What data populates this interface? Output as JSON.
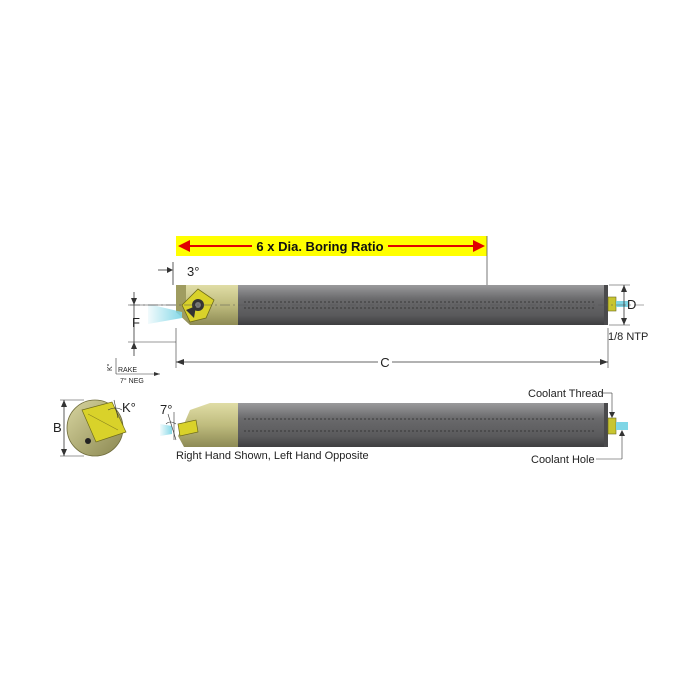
{
  "banner": {
    "label": "6 x Dia. Boring Ratio",
    "color": "#ffff00",
    "arrow_color": "#e00000"
  },
  "dimensions": {
    "top_angle": "3°",
    "offset_f": "F",
    "diameter_d": "D",
    "length_c": "C",
    "thread_ntp": "1/8 NTP",
    "height_b": "B",
    "lead_angle_k": "K°",
    "side_angle": "7°",
    "k_small": "K°",
    "rake": "RAKE",
    "neg": "7° NEG"
  },
  "labels": {
    "coolant_thread": "Coolant Thread",
    "coolant_hole": "Coolant Hole",
    "hand_note": "Right Hand Shown, Left Hand Opposite"
  },
  "colors": {
    "shank": "#6e6e70",
    "head": "#c8c58a",
    "insert": "#d9d22a",
    "coolant": "#7fd6e6"
  }
}
